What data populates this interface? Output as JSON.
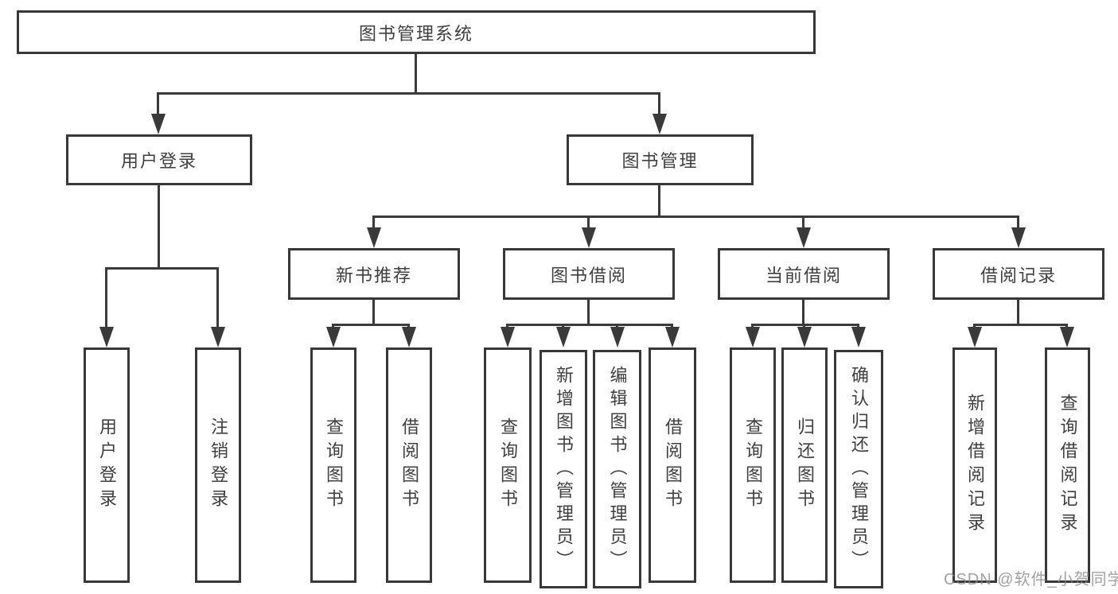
{
  "diagram": {
    "title": "图书管理系统",
    "level2": {
      "user_login": "用户登录",
      "book_management": "图书管理"
    },
    "level3": {
      "new_book_recommend": "新书推荐",
      "book_borrowing": "图书借阅",
      "current_borrowing": "当前借阅",
      "borrowing_records": "借阅记录"
    },
    "leaves": {
      "user_login": "用户登录",
      "logout": "注销登录",
      "nb_query_books": "查询图书",
      "nb_borrow_books": "借阅图书",
      "bb_query_books": "查询图书",
      "bb_add_books": "新增图书（管理员）",
      "bb_edit_books": "编辑图书（管理员）",
      "bb_borrow_books": "借阅图书",
      "cb_query_books": "查询图书",
      "cb_return_books": "归还图书",
      "cb_confirm_return": "确认归还（管理员）",
      "br_add_record": "新增借阅记录",
      "br_query_record": "查询借阅记录"
    },
    "watermark": "CSDN @软件_小贺同学"
  }
}
